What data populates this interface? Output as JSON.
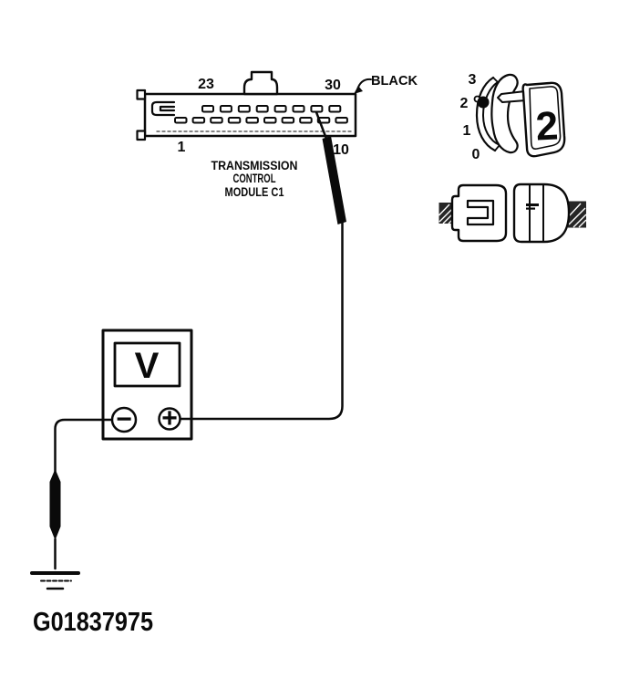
{
  "figure": {
    "id": "G01837975"
  },
  "colors": {
    "ink": "#0a0a0a",
    "paper": "#ffffff"
  },
  "tcm": {
    "title_lines": [
      "TRANSMISSION",
      "CONTROL",
      "MODULE C1"
    ],
    "wire_label": "BLACK",
    "pin_labels": {
      "top_left": "23",
      "top_right": "30",
      "bottom_left": "1",
      "bottom_right": "10"
    },
    "pin_rows": {
      "top_count": 8,
      "bottom_count": 10,
      "probed_top_pin": 7
    }
  },
  "dial": {
    "positions": [
      "3",
      "2",
      "1",
      "0"
    ],
    "selected_position": "2",
    "knob_face_label": "2"
  },
  "meter": {
    "display_label": "V",
    "negative_terminal_label": "−",
    "positive_terminal_label": "+"
  }
}
